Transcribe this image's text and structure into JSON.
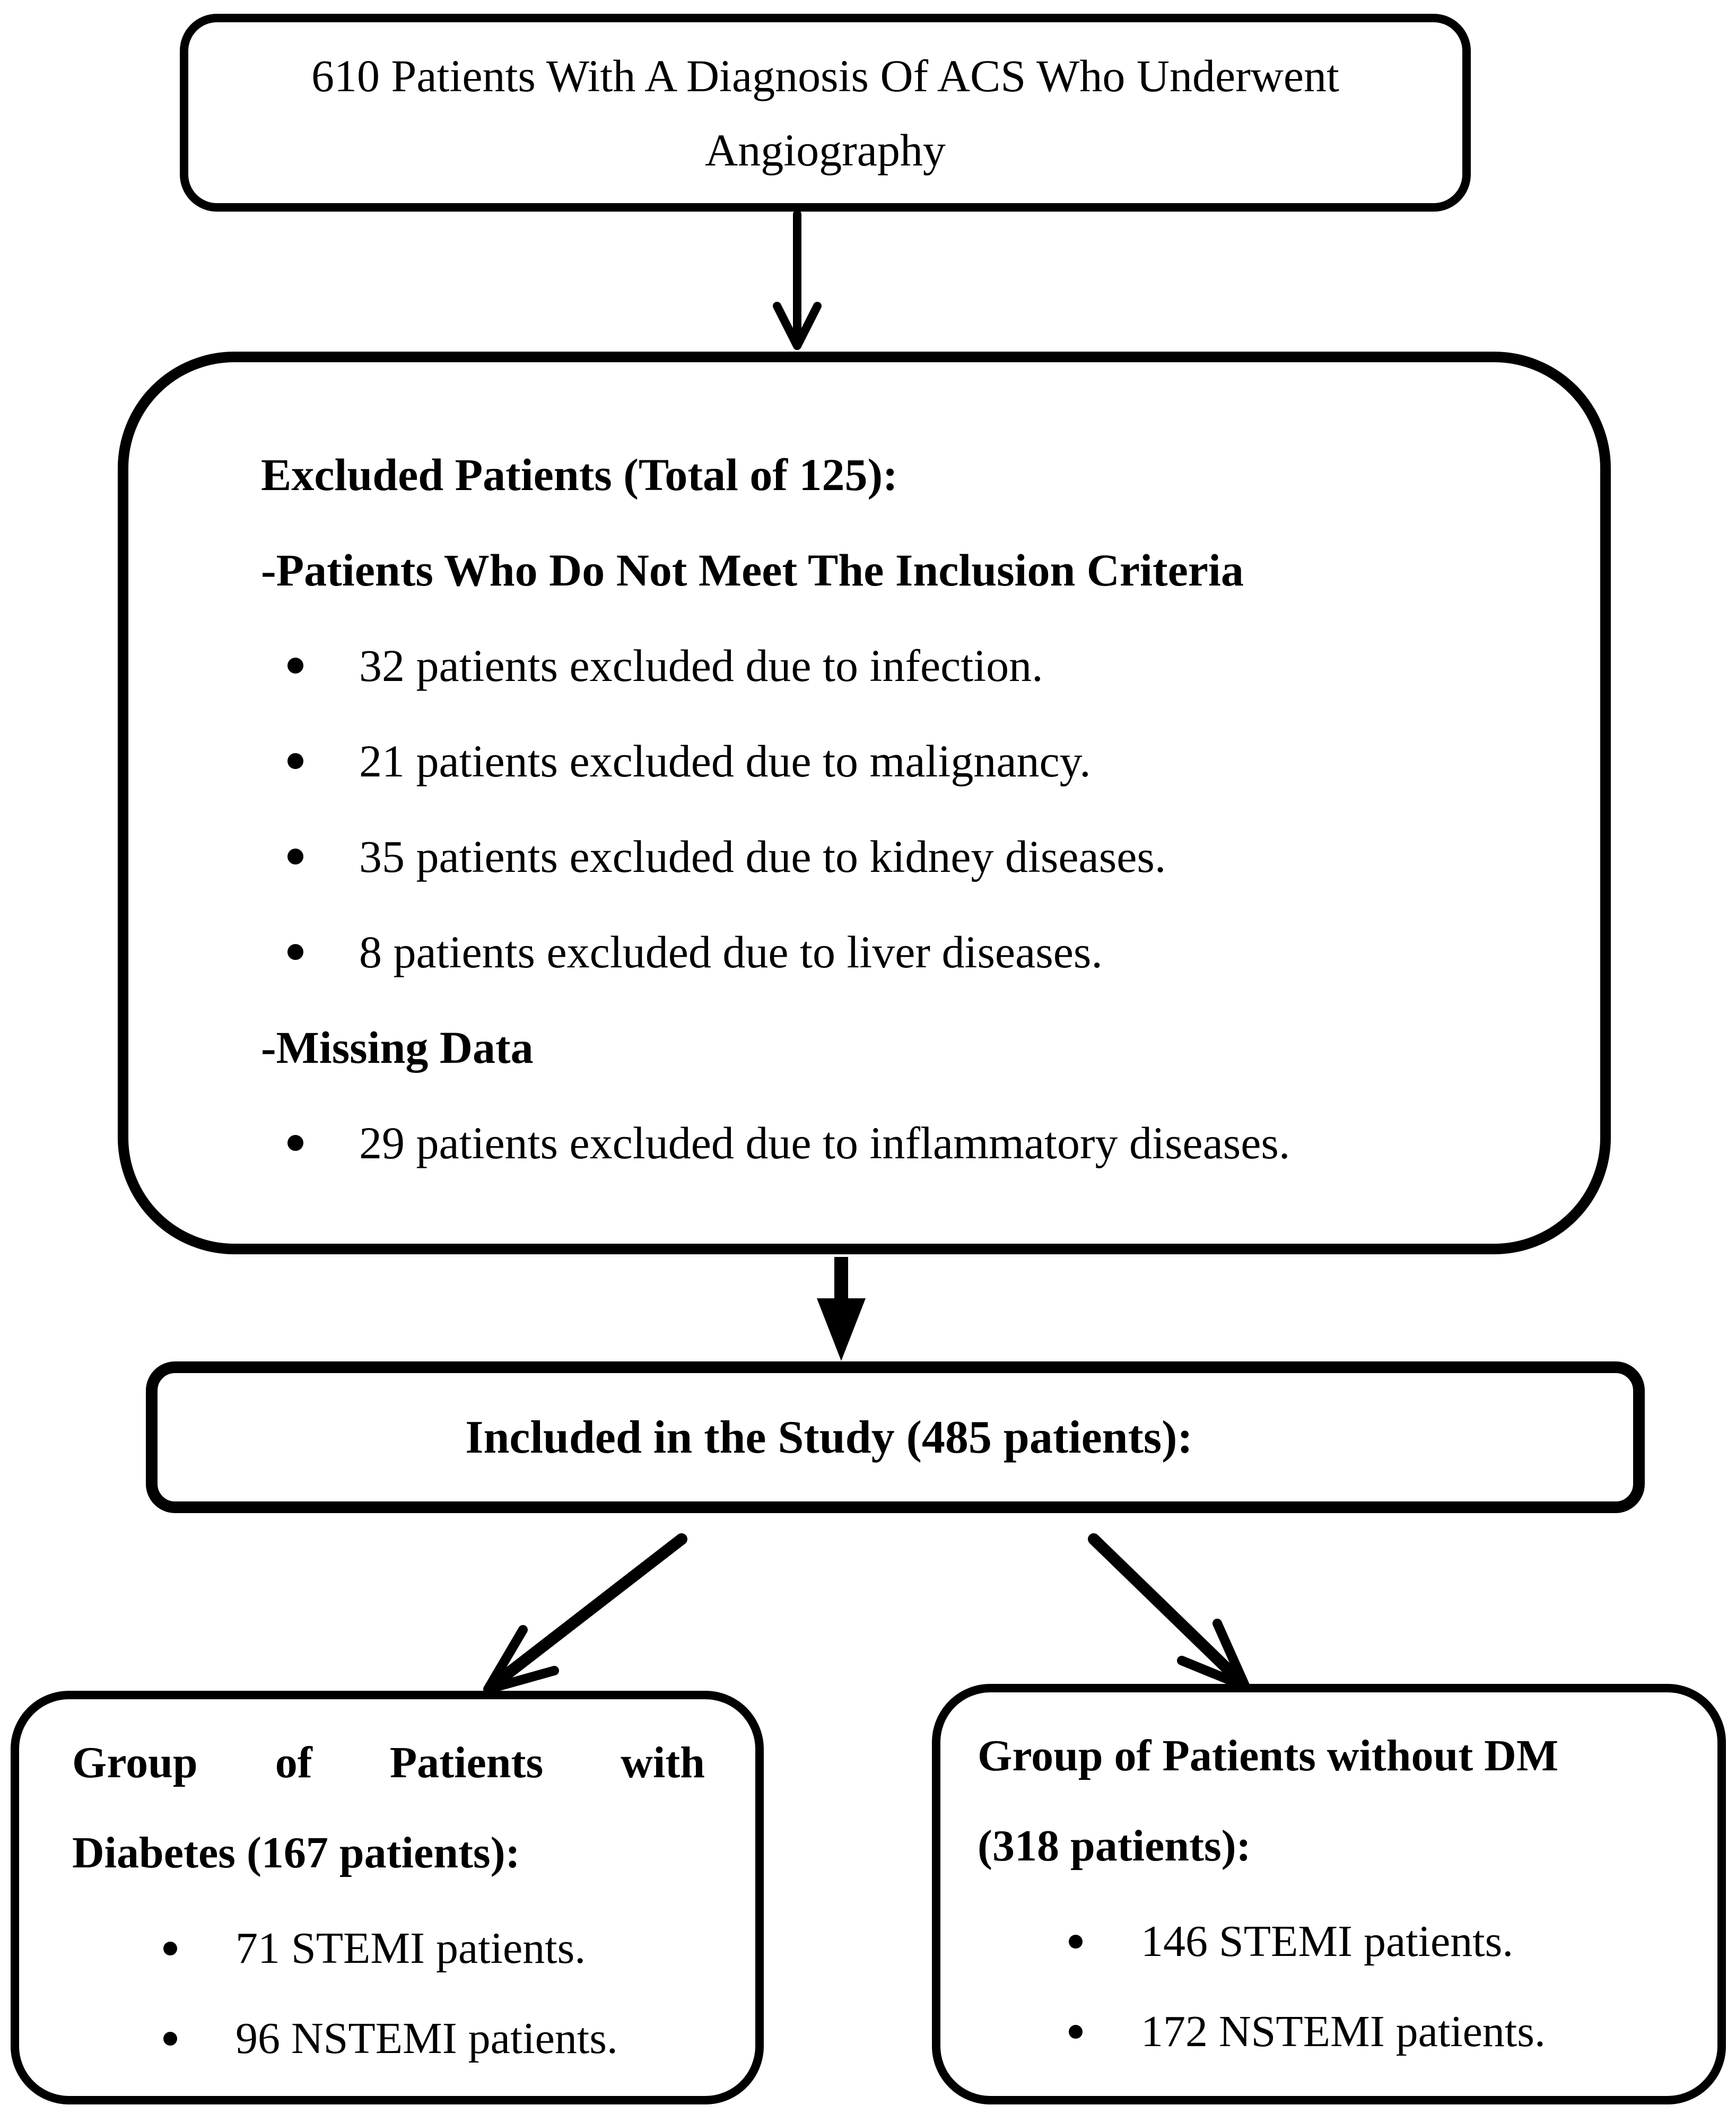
{
  "colors": {
    "ink": "#000000",
    "paper": "#ffffff"
  },
  "top_box": {
    "text": "610 Patients With A Diagnosis Of ACS Who Underwent Angiography"
  },
  "excluded_box": {
    "title": "Excluded Patients (Total of 125):",
    "inclusion_header": "-Patients Who Do Not Meet The Inclusion Criteria",
    "inclusion_bullets": [
      "32 patients excluded due to infection.",
      "21 patients excluded due to malignancy.",
      "35 patients excluded due to kidney diseases.",
      "8 patients excluded due to liver diseases."
    ],
    "missing_header": "-Missing Data",
    "missing_bullets": [
      "29 patients excluded due to inflammatory diseases."
    ]
  },
  "included_box": {
    "text": "Included in the Study (485 patients):"
  },
  "diabetes_box": {
    "title_line1": "Group of Patients with",
    "title_line2": "Diabetes (167 patients):",
    "bullets": [
      "71 STEMI patients.",
      "96 NSTEMI patients."
    ]
  },
  "no_dm_box": {
    "title_line1": "Group of Patients without DM",
    "title_line2": "(318 patients):",
    "bullets": [
      "146 STEMI patients.",
      "172 NSTEMI patients."
    ]
  }
}
